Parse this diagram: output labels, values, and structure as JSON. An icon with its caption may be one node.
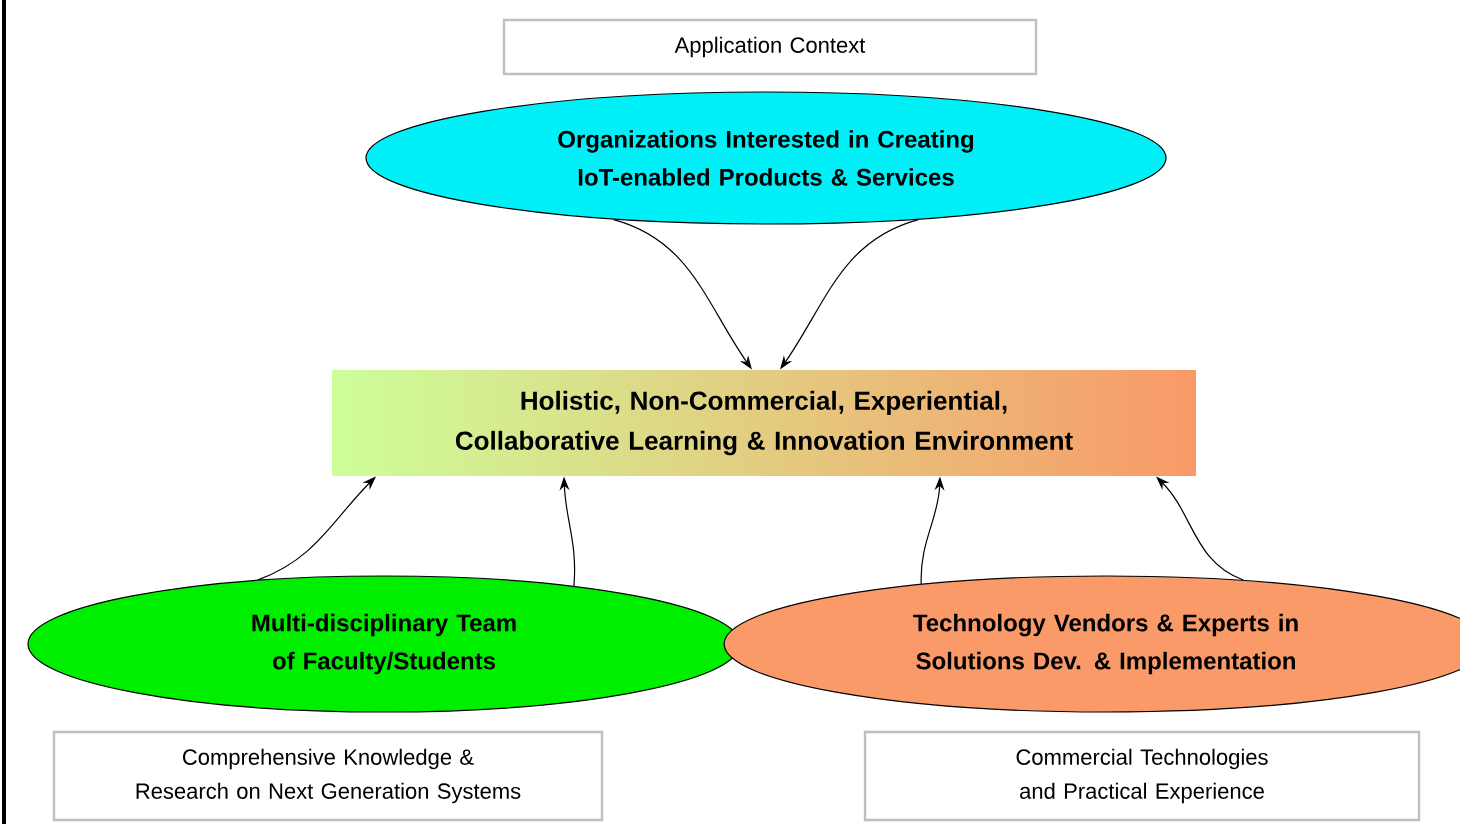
{
  "diagram": {
    "nodes": [
      {
        "text": [
          "Application Context"
        ]
      },
      {
        "text": [
          "Organizations Interested in Creating IoT-enabled Products & Services"
        ]
      },
      {
        "text": [
          "Holistic, Non-Commercial, Experiential, Collaborative Learning & Innovation Environment"
        ]
      },
      {
        "text": [
          "Multi-disciplinary Team of Faculty/Students"
        ]
      },
      {
        "text": [
          "Technology Vendors & Experts in Solutions Dev. & Implementation"
        ]
      },
      {
        "text": [
          "Comprehensive Knowledge & Research on Next Generation Systems"
        ]
      },
      {
        "text": [
          "Commercial Technologies and Practical Experience"
        ]
      }
    ],
    "edges": [
      {
        "from": 1,
        "to": 2,
        "arrow": "to"
      },
      {
        "from": 1,
        "to": 2,
        "arrow": "to"
      },
      {
        "from": 3,
        "to": 2,
        "arrow": "to"
      },
      {
        "from": 3,
        "to": 2,
        "arrow": "to"
      },
      {
        "from": 4,
        "to": 2,
        "arrow": "to"
      },
      {
        "from": 4,
        "to": 2,
        "arrow": "to"
      }
    ]
  }
}
